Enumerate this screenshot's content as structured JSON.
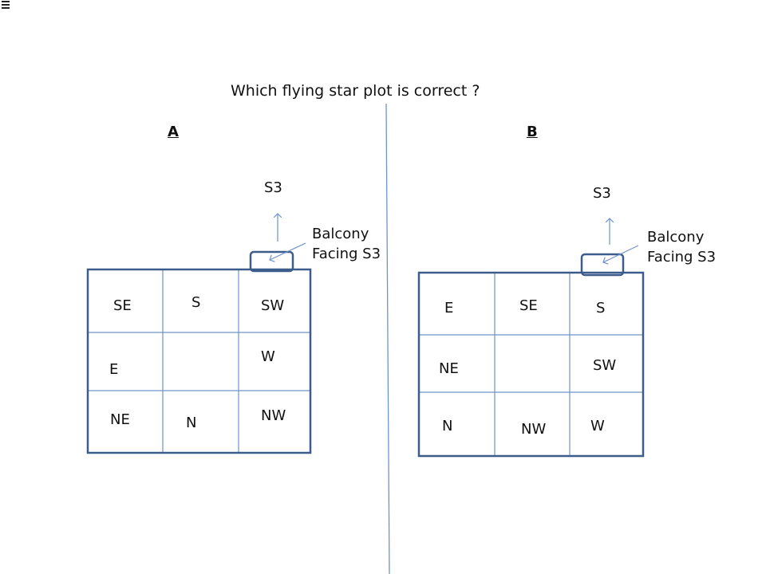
{
  "title": "Which flying star plot is correct ?",
  "menu_icon": "hamburger-menu-icon",
  "colors": {
    "frame": "#3c5d8c",
    "thin_line": "#6f93c9"
  },
  "plots": [
    {
      "label": "A",
      "arrow_label": "S3",
      "balcony_line1": "Balcony",
      "balcony_line2": "Facing S3",
      "cells": [
        "SE",
        "S",
        "SW",
        "E",
        "",
        "W",
        "NE",
        "N",
        "NW"
      ]
    },
    {
      "label": "B",
      "arrow_label": "S3",
      "balcony_line1": "Balcony",
      "balcony_line2": "Facing S3",
      "cells": [
        "E",
        "SE",
        "S",
        "NE",
        "",
        "SW",
        "N",
        "NW",
        "W"
      ]
    }
  ]
}
